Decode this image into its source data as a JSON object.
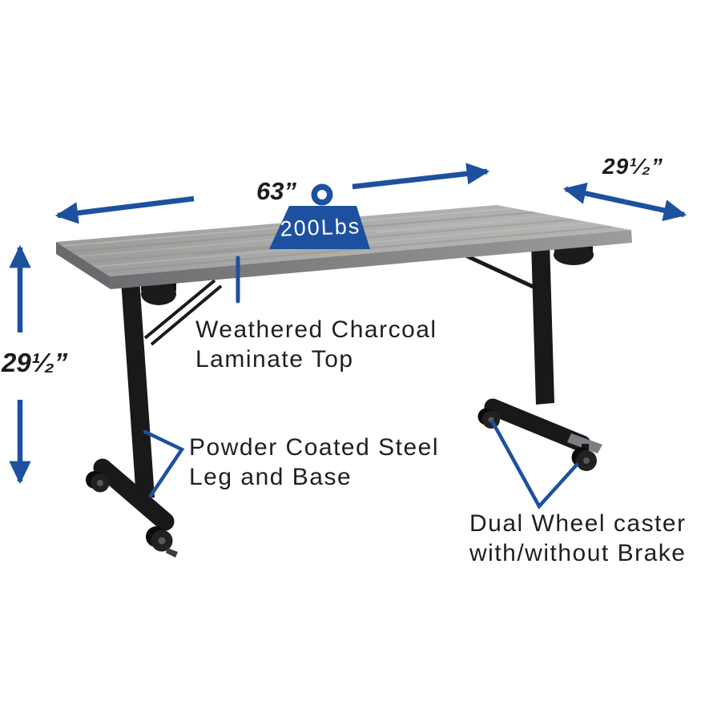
{
  "diagram": {
    "title": "Flip-top training table dimension diagram",
    "dimensions": {
      "width_label": "63”",
      "depth_label": "29¹⁄₂”",
      "height_label": "29¹⁄₂”"
    },
    "weight_capacity_label": "200Lbs",
    "callouts": {
      "top_line1": "Weathered Charcoal",
      "top_line2": "Laminate Top",
      "leg_line1": "Powder Coated Steel",
      "leg_line2": "Leg and Base",
      "caster_line1": "Dual Wheel caster",
      "caster_line2": "with/without Brake"
    },
    "colors": {
      "annotation_blue": "#1d509f",
      "text_black": "#1d1d1d",
      "tabletop_gray": "#a9a9a7",
      "frame_black": "#191919"
    }
  }
}
